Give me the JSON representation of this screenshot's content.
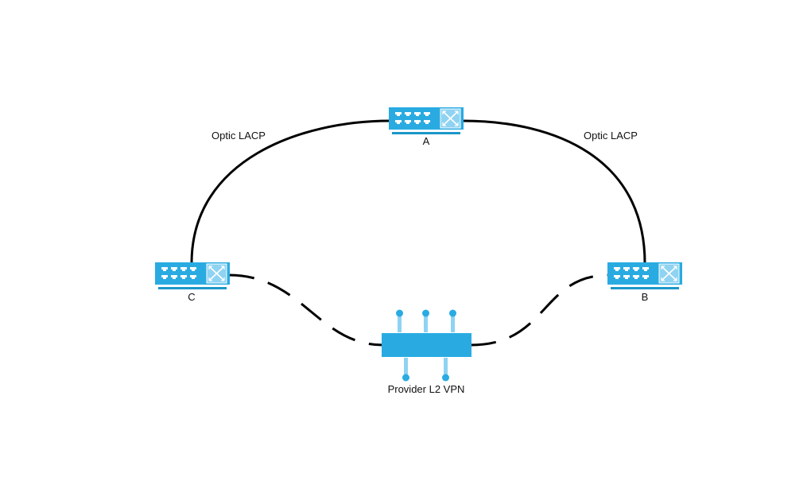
{
  "diagram": {
    "type": "network-topology",
    "colors": {
      "device": "#29abe2",
      "device_light": "#8fd3f2",
      "port_white": "#ffffff",
      "link": "#000000",
      "text": "#111111"
    },
    "nodes": {
      "a": {
        "label": "A",
        "kind": "switch"
      },
      "b": {
        "label": "B",
        "kind": "switch"
      },
      "c": {
        "label": "C",
        "kind": "switch"
      },
      "provider": {
        "label": "Provider L2 VPN",
        "kind": "provider-cloud-device"
      }
    },
    "links": [
      {
        "from": "C",
        "to": "A",
        "label": "Optic LACP",
        "style": "solid"
      },
      {
        "from": "A",
        "to": "B",
        "label": "Optic LACP",
        "style": "solid"
      },
      {
        "from": "C",
        "to": "Provider L2 VPN",
        "label": "",
        "style": "dashed"
      },
      {
        "from": "Provider L2 VPN",
        "to": "B",
        "label": "",
        "style": "dashed"
      }
    ]
  }
}
